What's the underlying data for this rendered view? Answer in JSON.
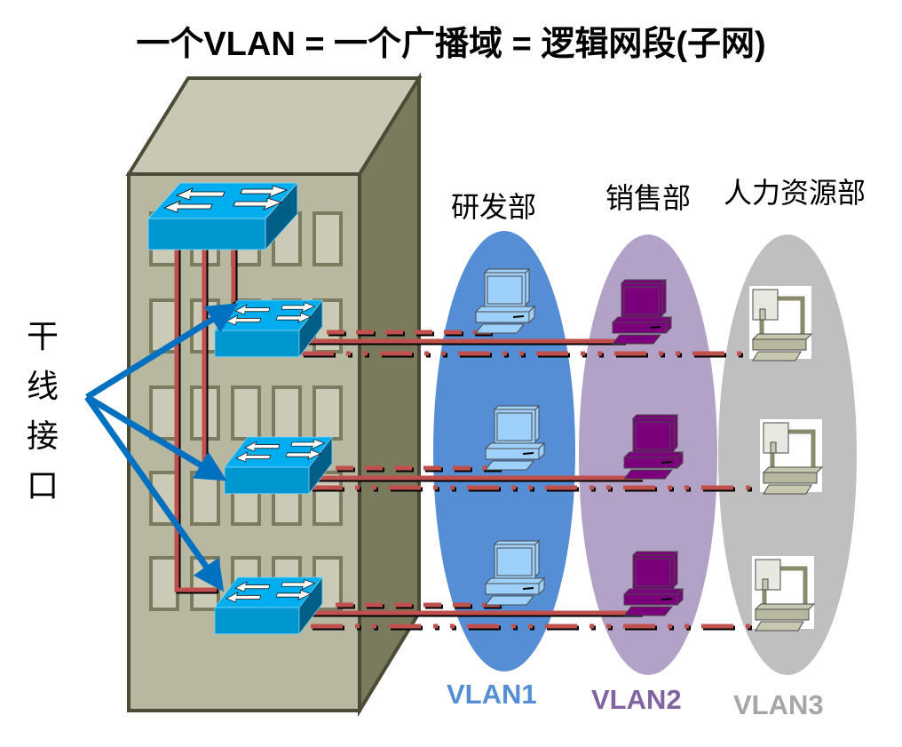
{
  "title": "一个VLAN = 一个广播域 = 逻辑网段(子网)",
  "trunk_label": [
    "干",
    "线",
    "接",
    "口"
  ],
  "departments": [
    {
      "name": "研发部",
      "vlan": "VLAN1",
      "ellipse_color": "#558ED5",
      "label_color": "#558ED5",
      "pc_style": "light-blue"
    },
    {
      "name": "销售部",
      "vlan": "VLAN2",
      "ellipse_color": "#B3A2C7",
      "label_color": "#8064A2",
      "pc_style": "purple"
    },
    {
      "name": "人力资源部",
      "vlan": "VLAN3",
      "ellipse_color": "#BFBFBF",
      "label_color": "#A6A6A6",
      "pc_style": "beige"
    }
  ],
  "colors": {
    "building_front": "#B8B8A0",
    "building_top": "#C8C8B4",
    "building_side": "#7A7A5C",
    "building_outline": "#4B4B38",
    "window_fill": "#CACAB6",
    "window_frame": "#7B7B60",
    "switch_top": "#00AEEF",
    "switch_front": "#0096D0",
    "switch_side": "#005F86",
    "cable": "#C0504D",
    "trunk_arrow": "#0070C0"
  },
  "switches": [
    {
      "name": "core-switch"
    },
    {
      "name": "access-switch-1"
    },
    {
      "name": "access-switch-2"
    },
    {
      "name": "access-switch-3"
    }
  ]
}
